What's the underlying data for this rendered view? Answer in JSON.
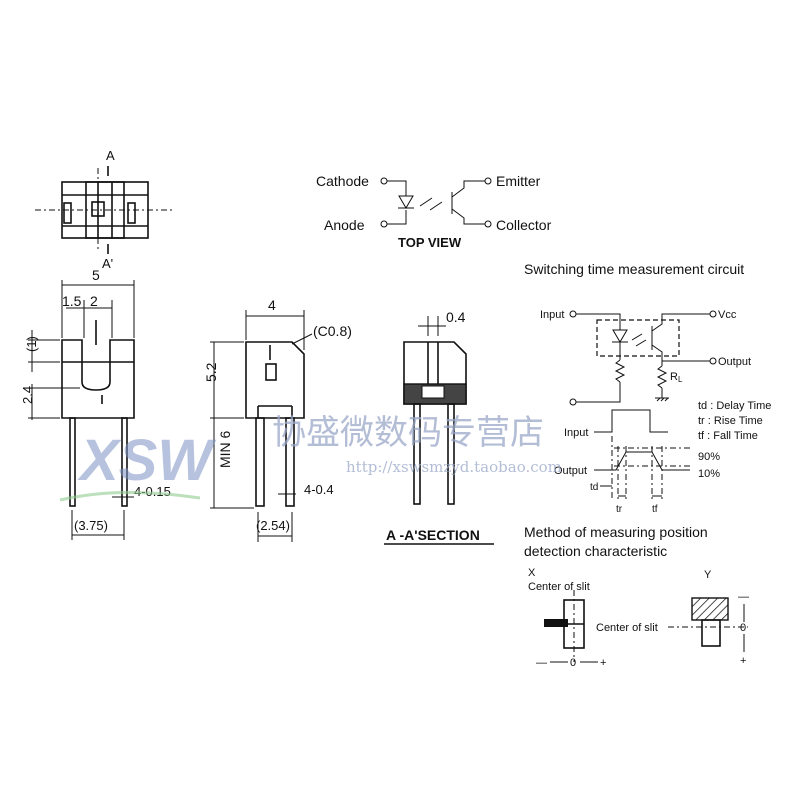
{
  "pin_labels": {
    "cathode": "Cathode",
    "anode": "Anode",
    "emitter": "Emitter",
    "collector": "Collector",
    "top_view": "TOP VIEW"
  },
  "section_marks": {
    "a": "A",
    "a_prime": "A'"
  },
  "front_view_dims": {
    "width": "5",
    "d1": "1.5",
    "d2": "2",
    "d3": "(1)",
    "d4": "2.4",
    "pins": "4-0.15",
    "pitch": "(3.75)"
  },
  "side_view_dims": {
    "width": "4",
    "chamfer": "(C0.8)",
    "height": "5.2",
    "lead_min": "MIN 6",
    "pins": "4-0.4",
    "pitch": "(2.54)"
  },
  "section_view": {
    "slit": "0.4",
    "caption": "A -A'SECTION"
  },
  "switching_circuit": {
    "title": "Switching time measurement circuit",
    "input": "Input",
    "vcc": "Vcc",
    "output": "Output",
    "rl": "R",
    "rl_sub": "L",
    "legend_td": "td : Delay Time",
    "legend_tr": "tr  : Rise Time",
    "legend_tf": "tf  : Fall Time",
    "wave_input": "Input",
    "wave_output": "Output",
    "pct_90": "90%",
    "pct_10": "10%",
    "td": "td",
    "tr": "tr",
    "tf": "tf"
  },
  "position_method": {
    "title_line1": "Method of measuring position",
    "title_line2": "detection characteristic",
    "x_label": "X",
    "center_x": "Center of slit",
    "y_label": "Y",
    "center_y": "Center of slit",
    "minus": "—",
    "zero": "0",
    "plus": "+"
  },
  "watermark": {
    "logo": "XSW",
    "shop": "协盛微数码专营店",
    "url": "http://xswsmzyd.taobao.com"
  }
}
